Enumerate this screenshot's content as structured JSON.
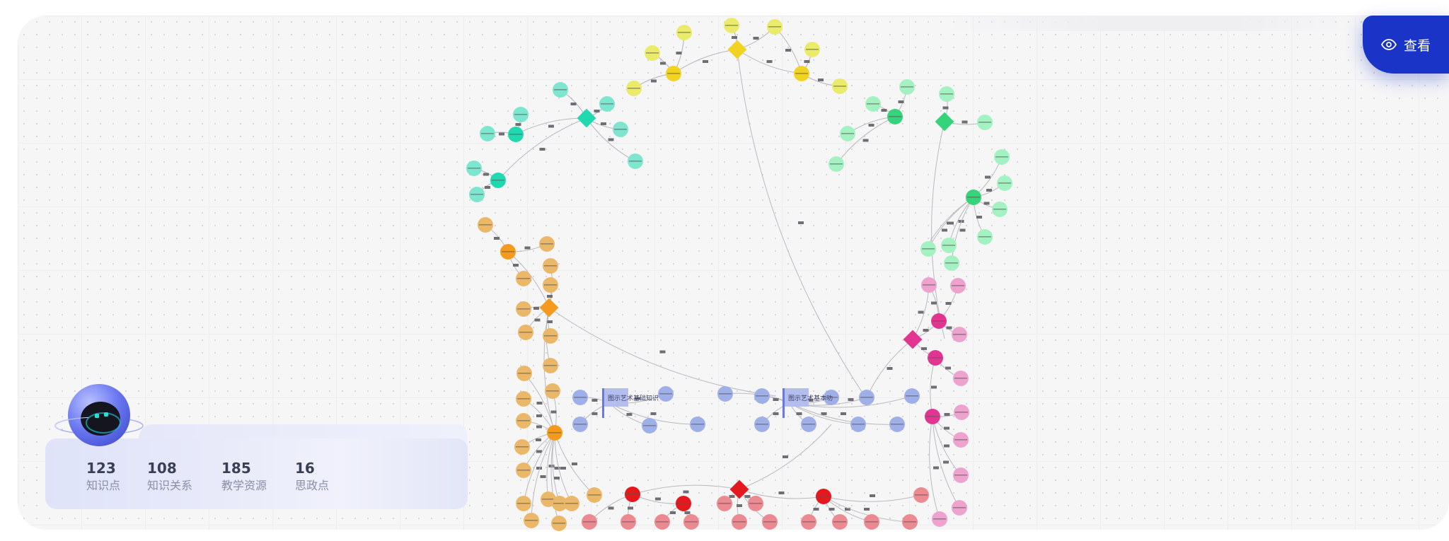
{
  "toolbar": {
    "view_label": "查看",
    "view_icon": "eye-icon"
  },
  "stats": [
    {
      "value": "123",
      "label": "知识点"
    },
    {
      "value": "108",
      "label": "知识关系"
    },
    {
      "value": "185",
      "label": "教学资源"
    },
    {
      "value": "16",
      "label": "思政点"
    }
  ],
  "graph": {
    "groups": [
      {
        "id": "yellow",
        "color": "#eaeb6a",
        "hub_color": "#f2d321"
      },
      {
        "id": "teal",
        "color": "#7ee6cf",
        "hub_color": "#21d9b0"
      },
      {
        "id": "green",
        "color": "#a4f2c2",
        "hub_color": "#35d37a"
      },
      {
        "id": "orange",
        "color": "#ebb86a",
        "hub_color": "#f49b1f"
      },
      {
        "id": "blue",
        "color": "#9fb0e8",
        "hub_color": "#7d8fe0"
      },
      {
        "id": "pink",
        "color": "#eea3cf",
        "hub_color": "#e23592"
      },
      {
        "id": "red",
        "color": "#eb8a90",
        "hub_color": "#e4191e"
      }
    ],
    "flag_labels": [
      "图示艺术基础知识",
      "图示艺术基本功"
    ]
  }
}
